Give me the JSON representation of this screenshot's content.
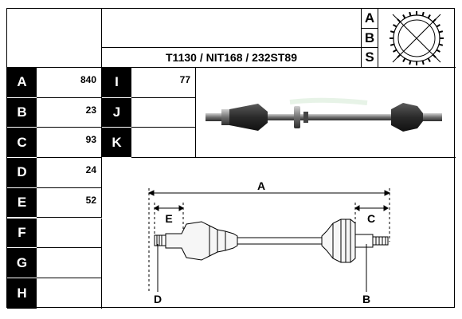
{
  "header": {
    "part_code": "T1130 / NIT168 / 232ST89",
    "abs_letters": [
      "A",
      "B",
      "S"
    ]
  },
  "specs_left": [
    {
      "letter": "A",
      "value": "840"
    },
    {
      "letter": "B",
      "value": "23"
    },
    {
      "letter": "C",
      "value": "93"
    },
    {
      "letter": "D",
      "value": "24"
    },
    {
      "letter": "E",
      "value": "52"
    },
    {
      "letter": "F",
      "value": ""
    },
    {
      "letter": "G",
      "value": ""
    },
    {
      "letter": "H",
      "value": ""
    }
  ],
  "specs_right": [
    {
      "letter": "I",
      "value": "77"
    },
    {
      "letter": "J",
      "value": ""
    },
    {
      "letter": "K",
      "value": ""
    }
  ],
  "diagram_labels": {
    "a": "A",
    "b": "B",
    "c": "C",
    "d": "D",
    "e": "E"
  },
  "icons": [
    "abs-ring-icon",
    "drive-shaft-photo",
    "drive-shaft-diagram"
  ]
}
